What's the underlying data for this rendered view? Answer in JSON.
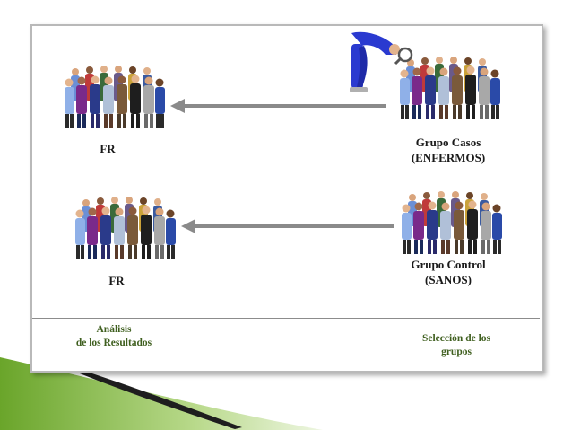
{
  "groups": {
    "cases_title": "Grupo Casos",
    "cases_subtitle": "(ENFERMOS)",
    "control_title": "Grupo Control",
    "control_subtitle": "(SANOS)",
    "fr_top": "FR",
    "fr_bottom": "FR"
  },
  "footer": {
    "left_line1": "Análisis",
    "left_line2": "de los Resultados",
    "right_line1": "Selección de los",
    "right_line2": "grupos"
  },
  "colors": {
    "arrow": "#8a8a8a",
    "footer_text": "#3f5f1f",
    "accent_green": "#8cbf3f",
    "swoosh_dark": "#1e1e1e"
  },
  "icons": [
    "crowd-of-people-icon",
    "magnifier-person-icon",
    "arrow-left-icon"
  ]
}
